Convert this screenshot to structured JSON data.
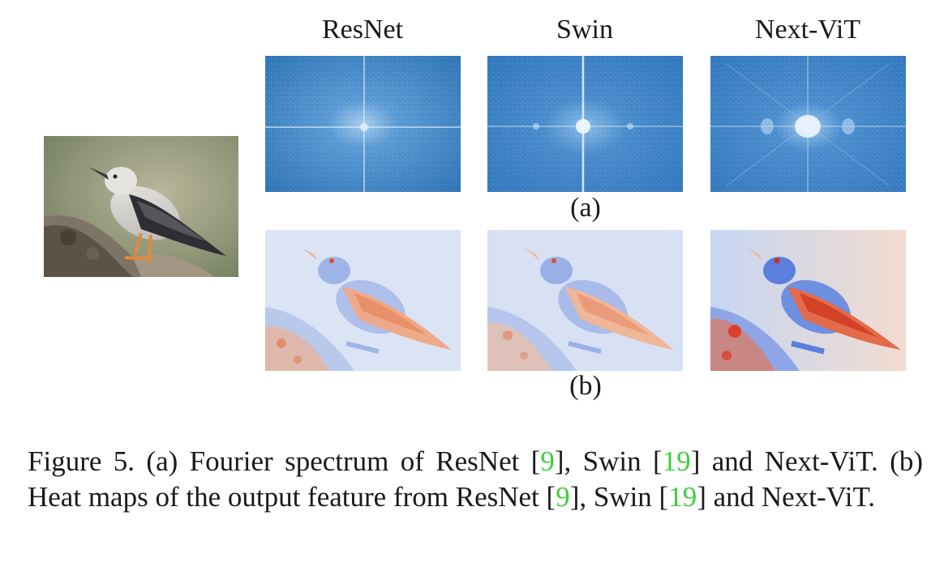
{
  "figure": {
    "columns": [
      "ResNet",
      "Swin",
      "Next-ViT"
    ],
    "row_labels": {
      "a": "(a)",
      "b": "(b)"
    },
    "caption": {
      "p1": "Figure 5. (a) Fourier spectrum of ResNet [",
      "r1": "9",
      "p2": "], Swin [",
      "r2": "19",
      "p3": "] and Next-ViT. (b) Heat maps of the output feature from ResNet [",
      "r3": "9",
      "p4": "], Swin [",
      "r4": "19",
      "p5": "] and Next-ViT."
    }
  },
  "colors": {
    "spectrum_blue": "#3f86c6",
    "heat_blue": "#c9d7f1",
    "heat_red": "#e2593a",
    "citation_green": "#3dcf3d"
  }
}
